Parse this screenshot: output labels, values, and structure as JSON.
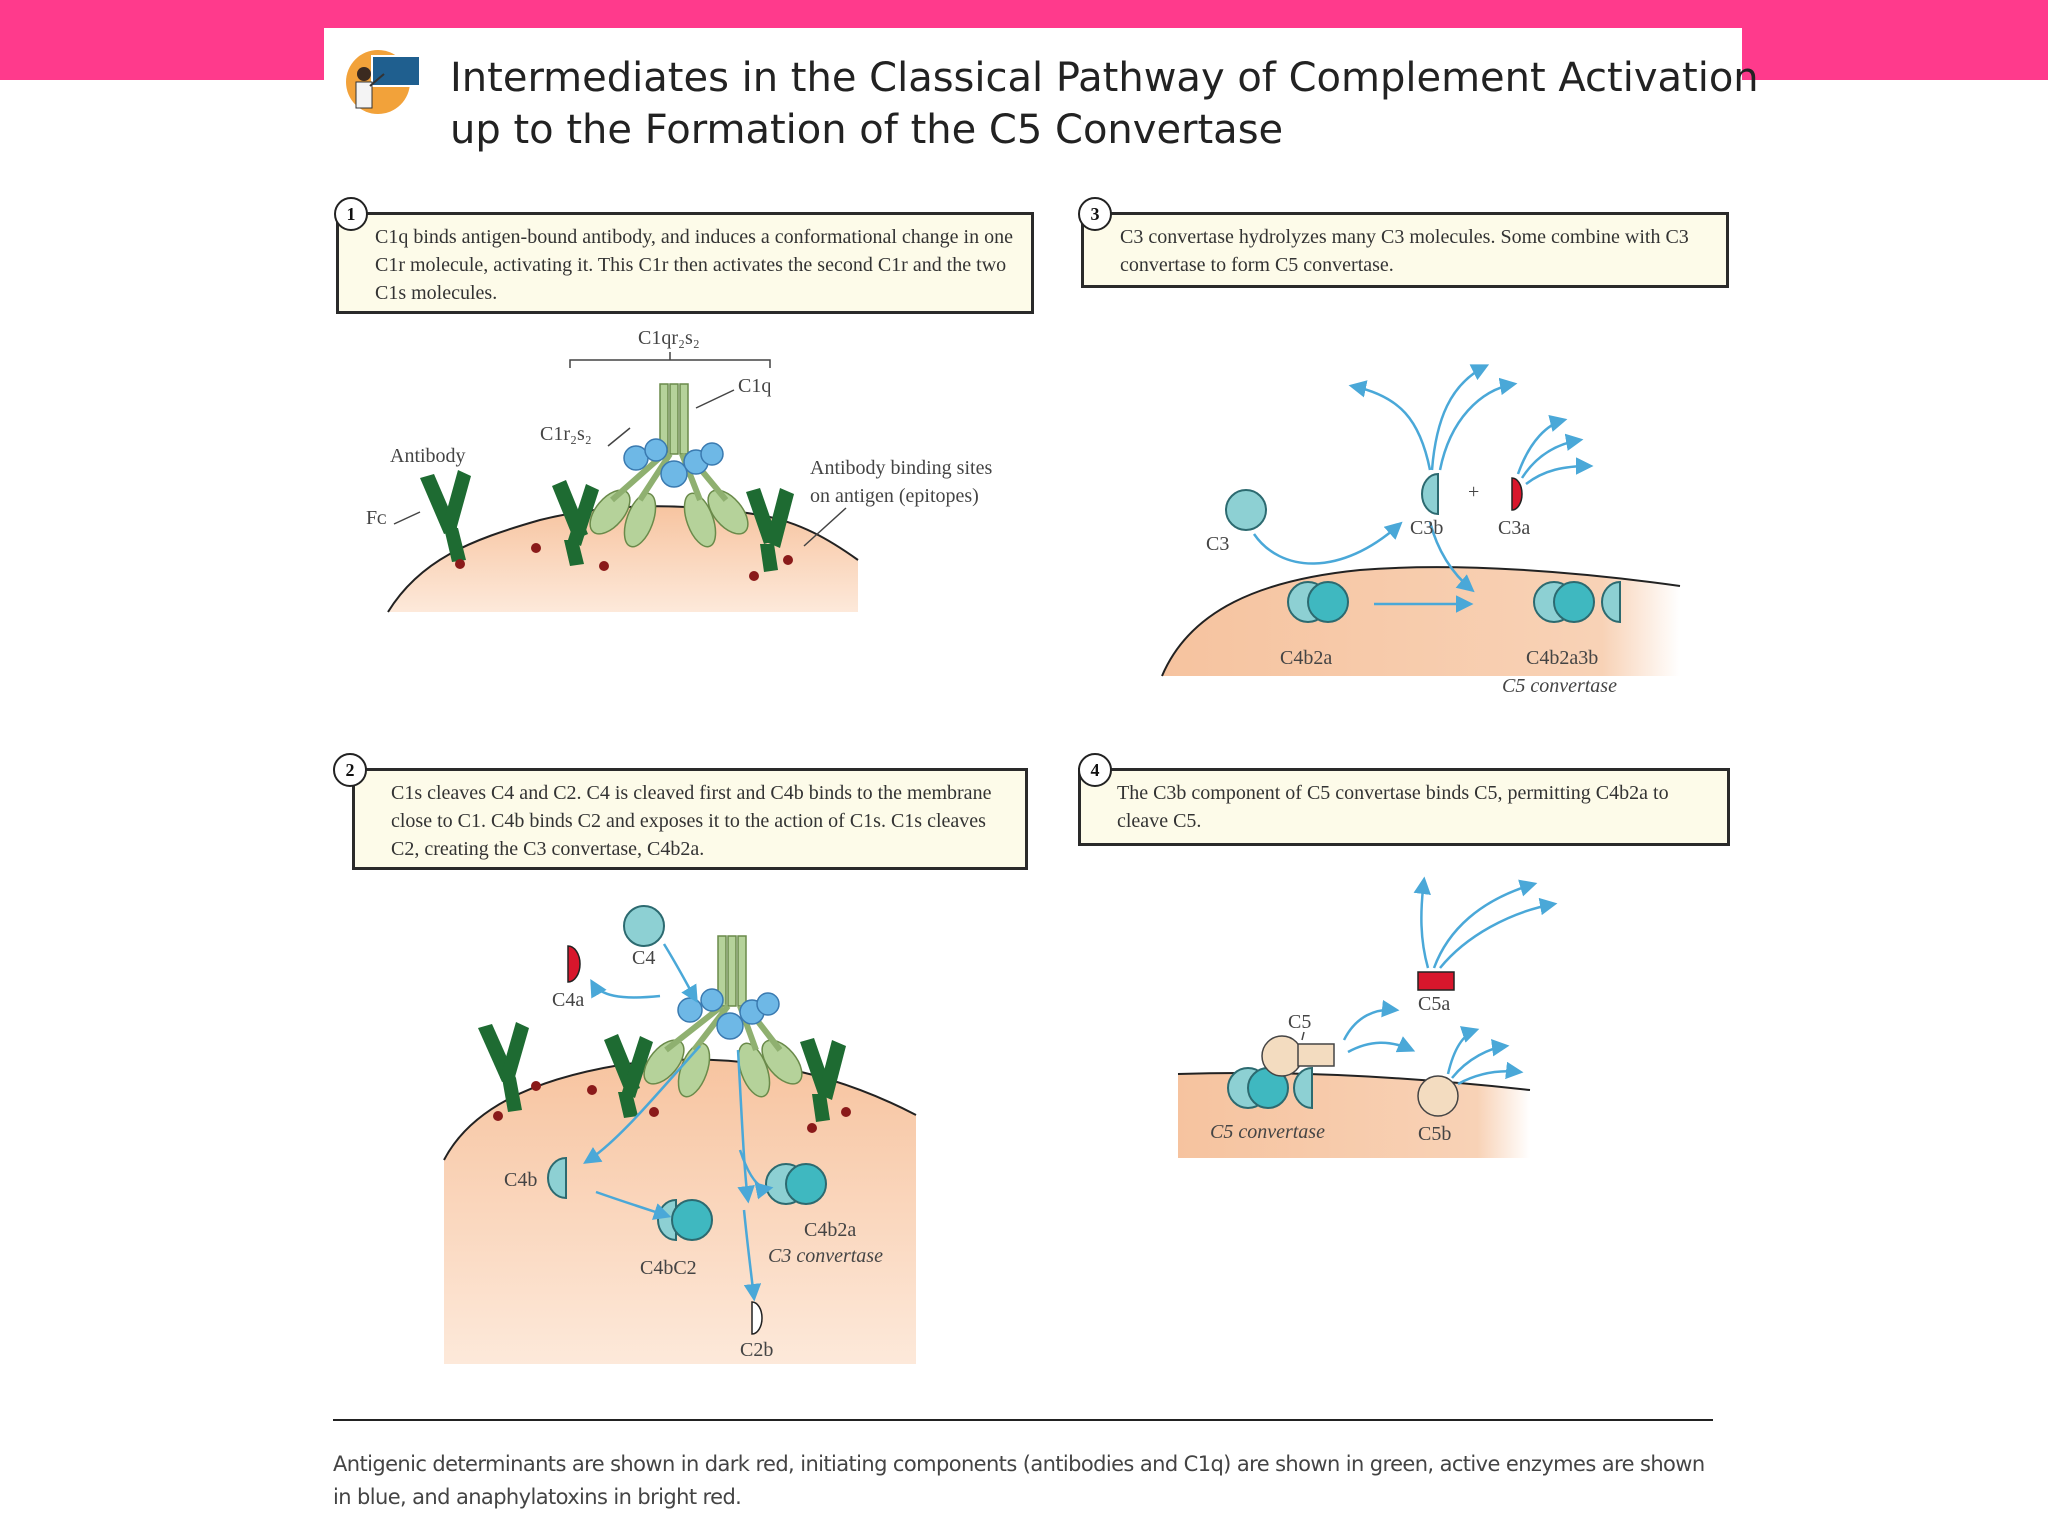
{
  "title": {
    "line1": "Intermediates in the Classical Pathway of Complement Activation",
    "line2": "up to the Formation of the C5 Convertase"
  },
  "panels": [
    {
      "number": "1",
      "text": "C1q binds antigen-bound antibody, and induces a conformational change in one C1r molecule, activating it. This C1r then activates the second C1r and the two C1s molecules."
    },
    {
      "number": "2",
      "text": "C1s cleaves C4 and C2. C4 is cleaved first and C4b binds to the membrane close to C1. C4b binds C2 and exposes it to the action of C1s. C1s cleaves C2, creating the C3 convertase, C4b2a."
    },
    {
      "number": "3",
      "text": "C3 convertase hydrolyzes many C3 molecules. Some combine with C3 convertase to form C5 convertase."
    },
    {
      "number": "4",
      "text": "The C3b component of C5 convertase binds C5, permitting C4b2a to cleave C5."
    }
  ],
  "labels": {
    "p1": {
      "complex": "C1qr₂s₂",
      "c1q": "C1q",
      "c1r2s2": "C1r₂s₂",
      "antibody": "Antibody",
      "fc": "Fᴄ",
      "sites_line1": "Antibody binding sites",
      "sites_line2": "on antigen (epitopes)"
    },
    "p2": {
      "c4": "C4",
      "c4a": "C4a",
      "c4b": "C4b",
      "c4bc2": "C4bC2",
      "c4b2a": "C4b2a",
      "c3conv": "C3 convertase",
      "c2b": "C2b"
    },
    "p3": {
      "c3": "C3",
      "c3b": "C3b",
      "plus": "+",
      "c3a": "C3a",
      "c4b2a": "C4b2a",
      "c4b2a3b": "C4b2a3b",
      "c5conv": "C5 convertase"
    },
    "p4": {
      "c5": "C5",
      "c5a": "C5a",
      "c5conv": "C5 convertase",
      "c5b": "C5b"
    }
  },
  "caption": "Antigenic determinants are shown in dark red, initiating components (antibodies and C1q) are shown in green, active enzymes are shown in blue, and anaphylatoxins in bright red.",
  "colors": {
    "banner": "#ff3a8c",
    "antibody": "#1e6b32",
    "c1q": "#b5d29a",
    "enzyme": "#6eb8e6",
    "component": "#8dd0d3",
    "anaphylatoxin": "#d8162c",
    "antigen": "#8a1a1a",
    "membrane": "#f7c9a4",
    "arrow": "#4aa8d8"
  }
}
